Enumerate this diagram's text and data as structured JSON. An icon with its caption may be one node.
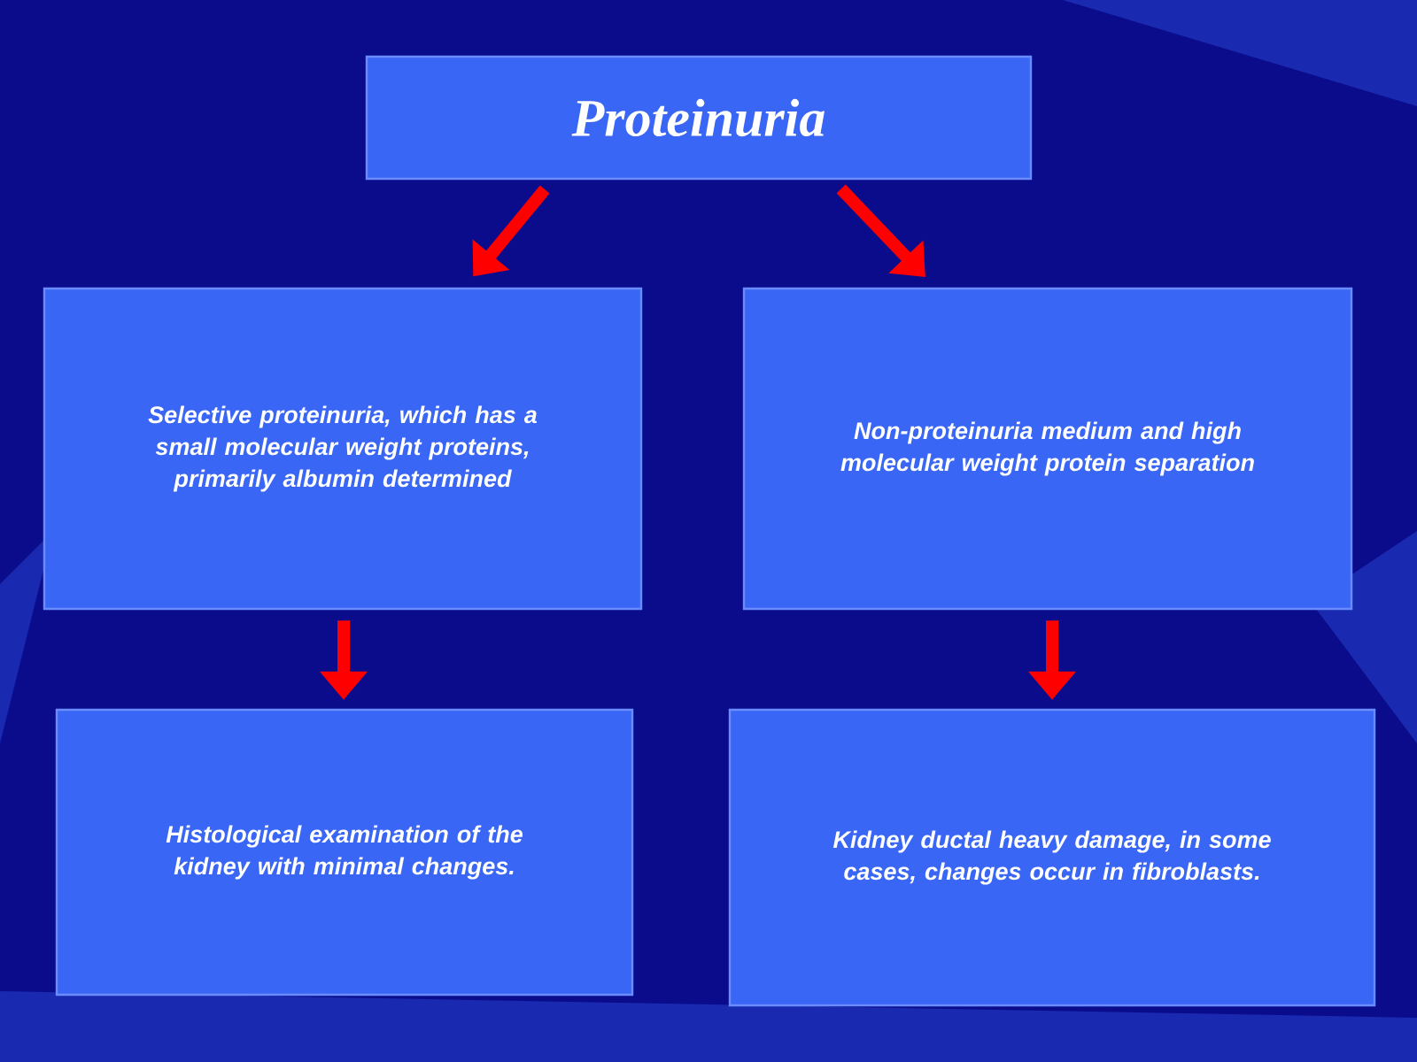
{
  "diagram": {
    "nodes": [
      {
        "text": [
          "Proteinuria"
        ]
      },
      {
        "text": [
          "Selective proteinuria, which has a small molecular weight proteins, primarily albumin determined"
        ]
      },
      {
        "text": [
          "Non-proteinuria medium and high molecular weight protein separation"
        ]
      },
      {
        "text": [
          "Histological examination of the kidney with minimal changes."
        ]
      },
      {
        "text": [
          "Kidney ductal heavy damage, in some cases, changes occur in fibroblasts."
        ]
      }
    ],
    "edges": [
      {
        "from": 0,
        "to": 1,
        "arrow": "to"
      },
      {
        "from": 0,
        "to": 2,
        "arrow": "to"
      },
      {
        "from": 1,
        "to": 3,
        "arrow": "to"
      },
      {
        "from": 2,
        "to": 4,
        "arrow": "to"
      }
    ]
  }
}
